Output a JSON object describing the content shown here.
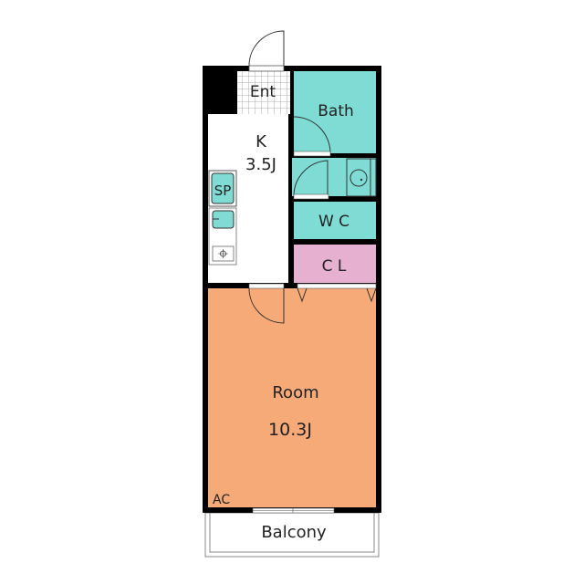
{
  "colors": {
    "wall": "#000000",
    "wet": "#7fdcd4",
    "closet": "#e6b0d0",
    "room": "#f5aa78",
    "kitchen": "#ffffff",
    "line": "#333333"
  },
  "rooms": {
    "entrance": "Ent",
    "bath": "Bath",
    "kitchen_name": "K",
    "kitchen_size": "3.5J",
    "sp": "SP",
    "wc": "W C",
    "closet": "C L",
    "room_name": "Room",
    "room_size": "10.3J",
    "ac": "AC",
    "balcony": "Balcony"
  }
}
